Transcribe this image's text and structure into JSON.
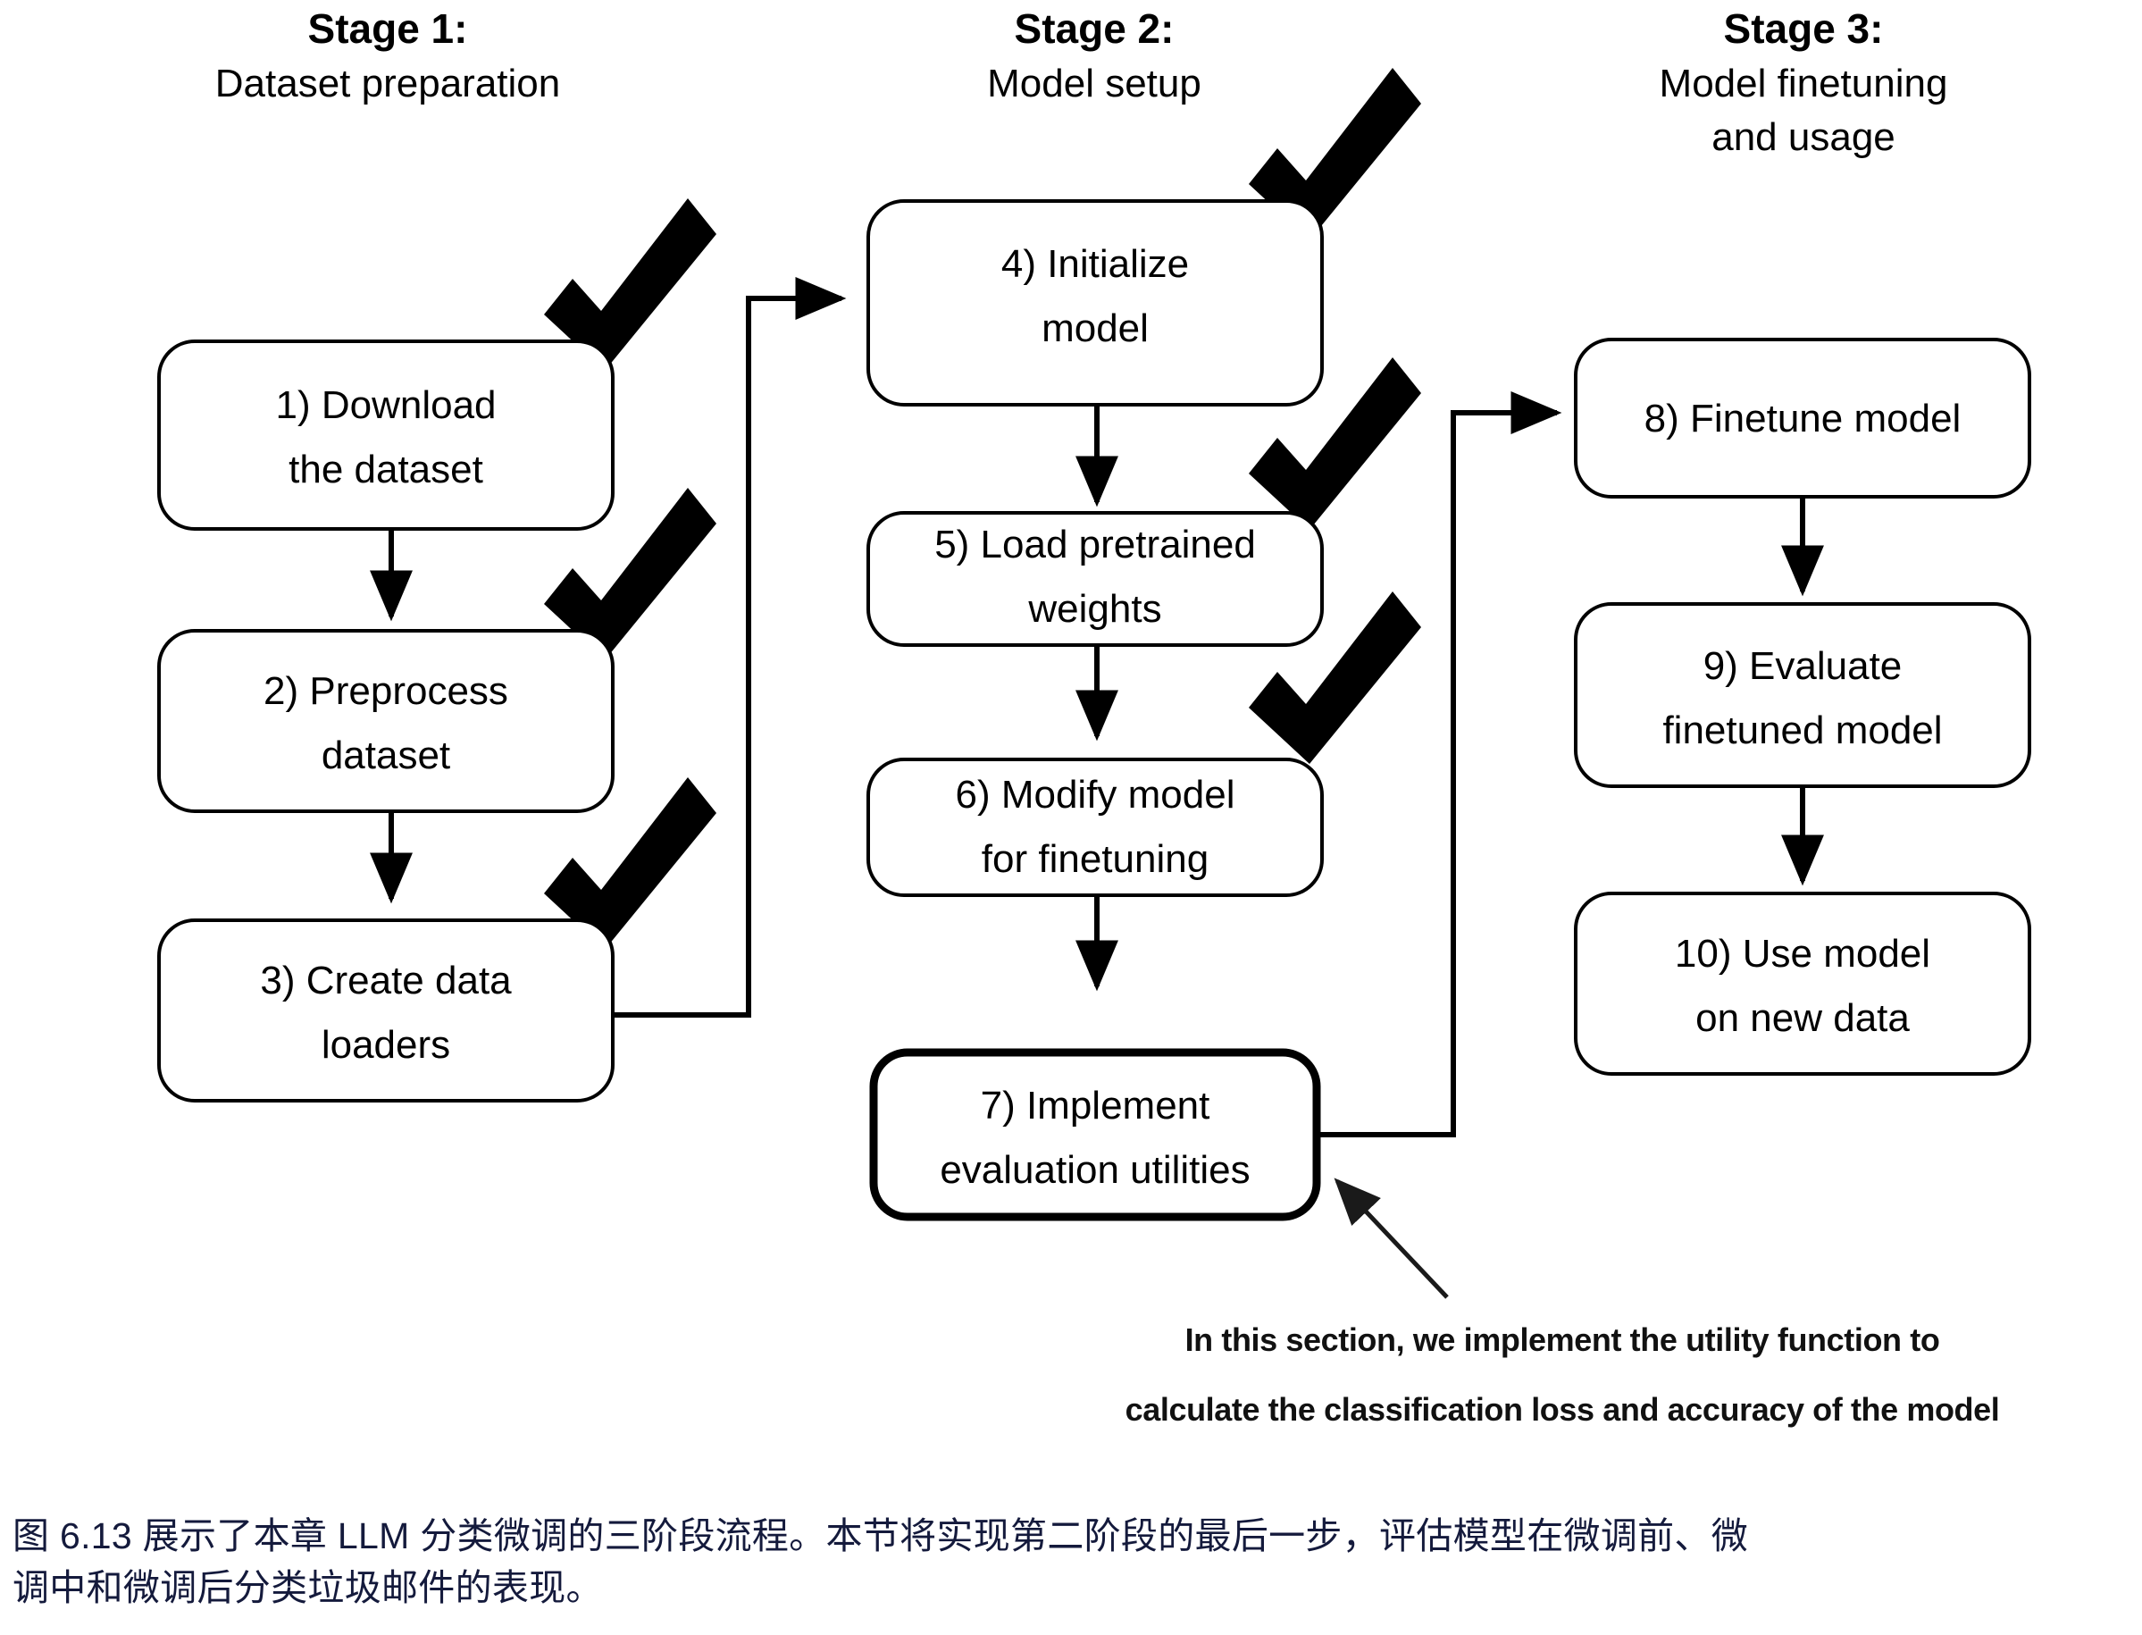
{
  "figure": {
    "stages": [
      {
        "id": "stage-1",
        "title": "Stage 1:",
        "subtitle": "Dataset preparation",
        "subtitle_line2": ""
      },
      {
        "id": "stage-2",
        "title": "Stage 2:",
        "subtitle": "Model setup",
        "subtitle_line2": ""
      },
      {
        "id": "stage-3",
        "title": "Stage 3:",
        "subtitle": "Model finetuning",
        "subtitle_line2": "and usage"
      }
    ],
    "nodes": [
      {
        "id": "node-1",
        "line1": "1) Download",
        "line2": "the dataset",
        "checked": true,
        "highlighted": false
      },
      {
        "id": "node-2",
        "line1": "2) Preprocess",
        "line2": "dataset",
        "checked": true,
        "highlighted": false
      },
      {
        "id": "node-3",
        "line1": "3) Create data",
        "line2": "loaders",
        "checked": true,
        "highlighted": false
      },
      {
        "id": "node-4",
        "line1": "4) Initialize",
        "line2": "model",
        "checked": true,
        "highlighted": false
      },
      {
        "id": "node-5",
        "line1": "5) Load pretrained",
        "line2": "weights",
        "checked": true,
        "highlighted": false
      },
      {
        "id": "node-6",
        "line1": "6) Modify model",
        "line2": "for finetuning",
        "checked": true,
        "highlighted": false
      },
      {
        "id": "node-7",
        "line1": "7) Implement",
        "line2": "evaluation utilities",
        "checked": false,
        "highlighted": true
      },
      {
        "id": "node-8",
        "line1": "8) Finetune model",
        "line2": "",
        "checked": false,
        "highlighted": false
      },
      {
        "id": "node-9",
        "line1": "9) Evaluate",
        "line2": "finetuned model",
        "checked": false,
        "highlighted": false
      },
      {
        "id": "node-10",
        "line1": "10) Use model",
        "line2": "on new data",
        "checked": false,
        "highlighted": false
      }
    ],
    "annotation": {
      "line1": "In this section, we implement the utility function to",
      "line2": "calculate the classification loss and accuracy of the model"
    },
    "caption": {
      "line1": "图 6.13 展示了本章 LLM 分类微调的三阶段流程。本节将实现第二阶段的最后一步，评估模型在微调前、微",
      "line2": "调中和微调后分类垃圾邮件的表现。"
    },
    "colors": {
      "highlight_fill": "#c7dcf1",
      "box_fill": "#ffffff",
      "stroke": "#000000",
      "caption_text": "#141a3c"
    }
  }
}
